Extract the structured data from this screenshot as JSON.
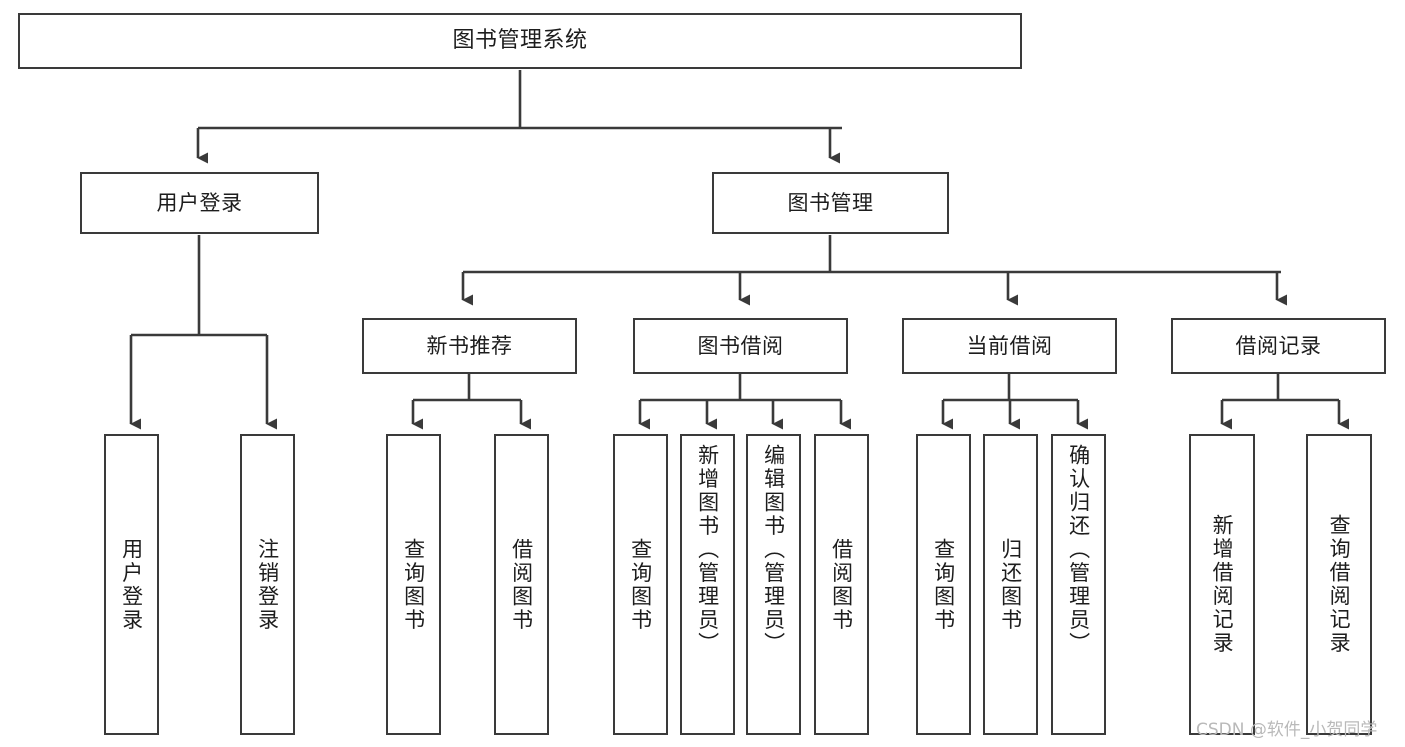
{
  "diagram": {
    "type": "tree",
    "title": "图书管理系统",
    "line_color": "#3a3a3a",
    "box_fill": "#ffffff",
    "text_color": "#1d1d1d",
    "levels": 3,
    "root": {
      "label": "图书管理系统",
      "children": [
        {
          "label": "用户登录",
          "children": [
            {
              "label": "用户登录"
            },
            {
              "label": "注销登录"
            }
          ]
        },
        {
          "label": "图书管理",
          "children": [
            {
              "label": "新书推荐",
              "children": [
                {
                  "label": "查询图书"
                },
                {
                  "label": "借阅图书"
                }
              ]
            },
            {
              "label": "图书借阅",
              "children": [
                {
                  "label": "查询图书"
                },
                {
                  "label": "新增图书（管理员）"
                },
                {
                  "label": "编辑图书（管理员）"
                },
                {
                  "label": "借阅图书"
                }
              ]
            },
            {
              "label": "当前借阅",
              "children": [
                {
                  "label": "查询图书"
                },
                {
                  "label": "归还图书"
                },
                {
                  "label": "确认归还（管理员）"
                }
              ]
            },
            {
              "label": "借阅记录",
              "children": [
                {
                  "label": "新增借阅记录"
                },
                {
                  "label": "查询借阅记录"
                }
              ]
            }
          ]
        }
      ]
    }
  },
  "nodes": {
    "root": "图书管理系统",
    "user_login": "用户登录",
    "book_manage": "图书管理",
    "new_book_rec": "新书推荐",
    "book_borrow": "图书借阅",
    "current_borrow": "当前借阅",
    "borrow_record": "借阅记录",
    "leaf_user_login": "用户登录",
    "leaf_logout": "注销登录",
    "leaf_query_book_1": "查询图书",
    "leaf_borrow_book_1": "借阅图书",
    "leaf_query_book_2": "查询图书",
    "leaf_add_book_admin": "新增图书（管理员）",
    "leaf_edit_book_admin": "编辑图书（管理员）",
    "leaf_borrow_book_2": "借阅图书",
    "leaf_query_book_3": "查询图书",
    "leaf_return_book": "归还图书",
    "leaf_confirm_return_admin": "确认归还（管理员）",
    "leaf_add_record": "新增借阅记录",
    "leaf_query_record": "查询借阅记录"
  },
  "watermark": {
    "text": "CSDN @软件_小贺同学",
    "color": "#b9b9b9"
  }
}
